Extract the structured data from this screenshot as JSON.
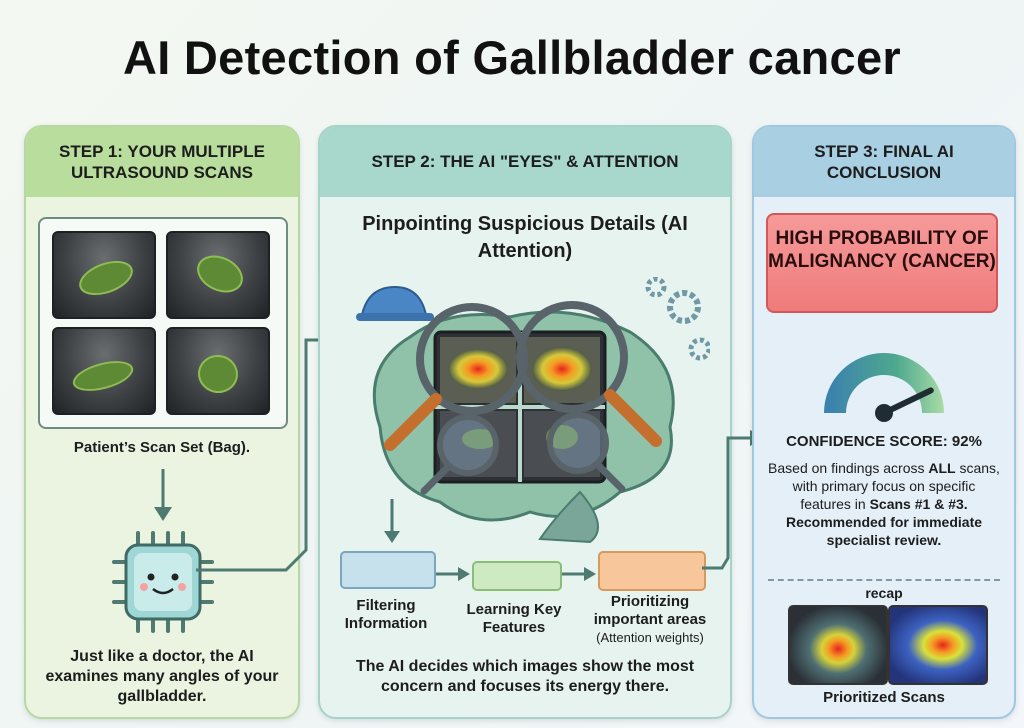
{
  "title": "AI Detection of Gallbladder cancer",
  "step1": {
    "header": "STEP 1: YOUR MULTIPLE ULTRASOUND SCANS",
    "caption": "Patient’s Scan Set (Bag).",
    "description": "Just like a doctor, the AI examines many angles of your gallbladder."
  },
  "step2": {
    "header": "STEP 2: THE AI \"EYES\" & ATTENTION",
    "subtitle": "Pinpointing Suspicious Details (AI Attention)",
    "process": [
      {
        "label": "Filtering Information"
      },
      {
        "label": "Learning Key Features"
      },
      {
        "label": "Prioritizing important areas",
        "note": "(Attention weights)"
      }
    ],
    "summary": "The AI decides which images show the most concern and focuses its energy there."
  },
  "step3": {
    "header": "STEP 3: FINAL AI CONCLUSION",
    "result": "HIGH PROBABILITY OF MALIGNANCY (CANCER)",
    "confidence_label": "CONFIDENCE SCORE: 92%",
    "confidence_value": 92,
    "explanation_pre": "Based on findings across ",
    "explanation_bold1": "ALL",
    "explanation_mid": " scans, with primary focus on specific features in ",
    "explanation_bold2": "Scans #1 & #3",
    "explanation_bold3": ". Recommended for immediate specialist review.",
    "recap_label": "recap",
    "prioritized_label": "Prioritized Scans"
  },
  "colors": {
    "step1": "#b9dd9c",
    "step2": "#a8d8cc",
    "step3": "#a9cfe3",
    "alert": "#ef7b7b",
    "arrow": "#4e7a72"
  }
}
